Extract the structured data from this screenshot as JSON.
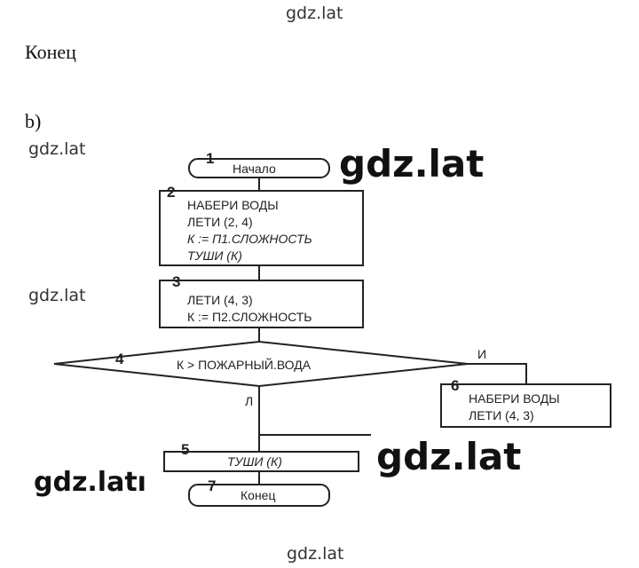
{
  "watermark": "gdz.lat",
  "watermark_big_variant": "gdz.latı",
  "heading_end": "Конец",
  "section_label": "b)",
  "flowchart": {
    "blocks": [
      {
        "number": "1",
        "lines": [
          "Начало"
        ]
      },
      {
        "number": "2",
        "lines": [
          "НАБЕРИ ВОДЫ",
          "ЛЕТИ (2, 4)",
          "К := П1.СЛОЖНОСТЬ",
          "ТУШИ (К)"
        ]
      },
      {
        "number": "3",
        "lines": [
          "ЛЕТИ (4, 3)",
          "К := П2.СЛОЖНОСТЬ"
        ]
      },
      {
        "number": "4",
        "lines": [
          "К > ПОЖАРНЫЙ.ВОДА"
        ]
      },
      {
        "number": "6",
        "lines": [
          "НАБЕРИ ВОДЫ",
          "ЛЕТИ (4, 3)"
        ]
      },
      {
        "number": "5",
        "lines": [
          "ТУШИ (К)"
        ]
      },
      {
        "number": "7",
        "lines": [
          "Конец"
        ]
      }
    ],
    "branch_true": "И",
    "branch_false": "Л"
  }
}
